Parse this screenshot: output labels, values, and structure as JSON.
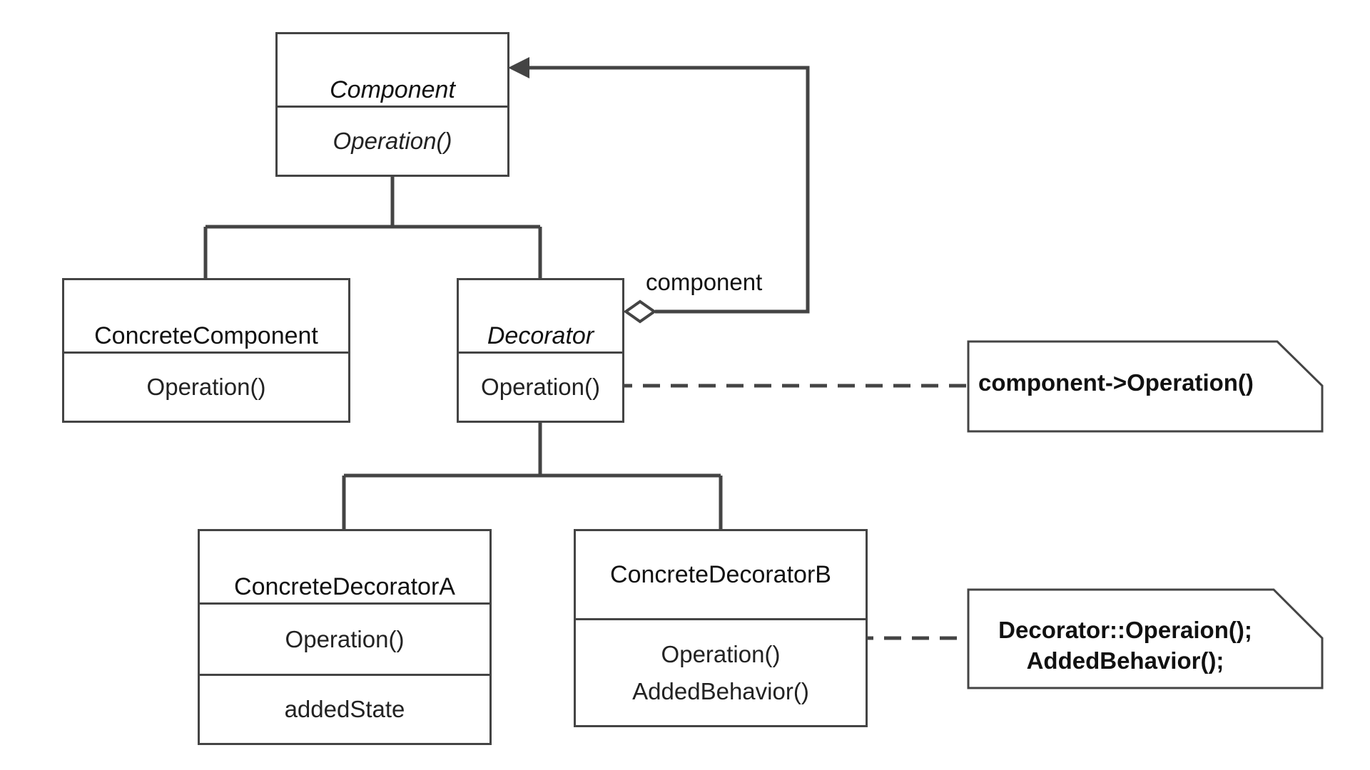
{
  "classes": {
    "component": {
      "name": "Component",
      "operation": "Operation()"
    },
    "concrete_component": {
      "name": "ConcreteComponent",
      "operation": "Operation()"
    },
    "decorator": {
      "name": "Decorator",
      "operation": "Operation()"
    },
    "concrete_decorator_a": {
      "name": "ConcreteDecoratorA",
      "operation": "Operation()",
      "attribute": "addedState"
    },
    "concrete_decorator_b": {
      "name": "ConcreteDecoratorB",
      "operations": [
        "Operation()",
        "AddedBehavior()"
      ]
    }
  },
  "association": {
    "label": "component"
  },
  "notes": {
    "decorator_note": {
      "lines": [
        "component->Operation()"
      ]
    },
    "decorator_b_note": {
      "lines": [
        "Decorator::Operaion();",
        "AddedBehavior();"
      ]
    }
  },
  "colors": {
    "line": "#444444",
    "text": "#111111",
    "background": "#ffffff"
  }
}
